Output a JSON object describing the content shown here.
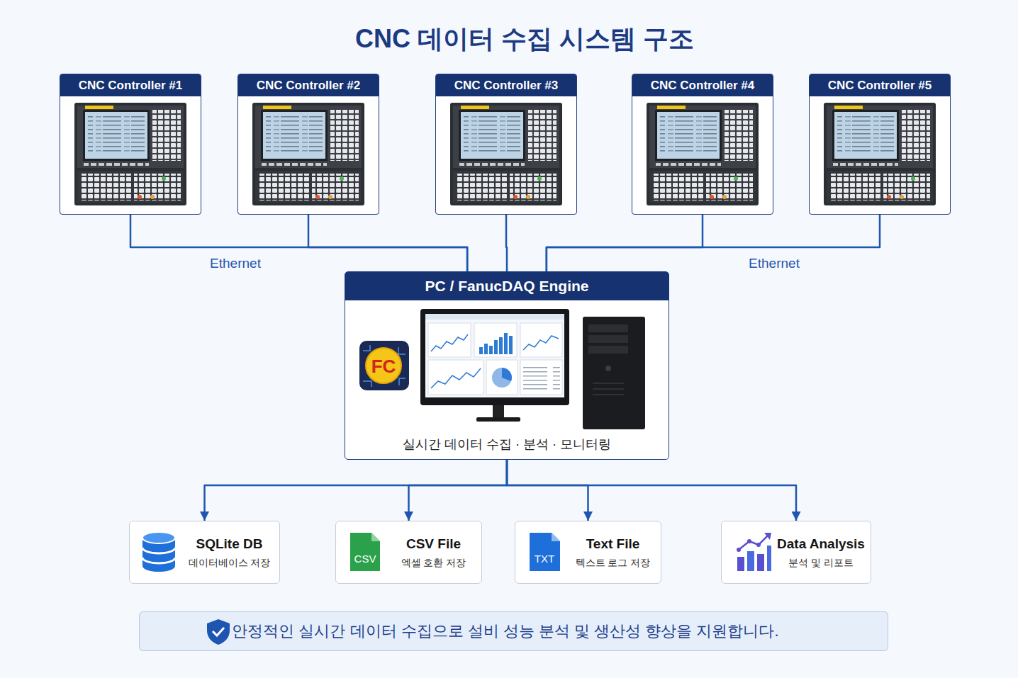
{
  "diagram": {
    "title": "CNC 데이터 수집 시스템 구조",
    "nodes": [
      {
        "text": [
          "CNC Controller #1"
        ]
      },
      {
        "text": [
          "CNC Controller #2"
        ]
      },
      {
        "text": [
          "CNC Controller #3"
        ]
      },
      {
        "text": [
          "CNC Controller #4"
        ]
      },
      {
        "text": [
          "CNC Controller #5"
        ]
      },
      {
        "text": [
          "PC / FanucDAQ Engine",
          "실시간 데이터 수집 · 분석 · 모니터링"
        ]
      },
      {
        "text": [
          "SQLite DB",
          "데이터베이스 저장"
        ]
      },
      {
        "text": [
          "CSV File",
          "엑셀 호환 저장"
        ]
      },
      {
        "text": [
          "Text File",
          "텍스트 로그 저장"
        ]
      },
      {
        "text": [
          "Data Analysis",
          "분석 및 리포트"
        ]
      },
      {
        "text": [
          "안정적인 실시간 데이터 수집으로 설비 성능 분석 및 생산성 향상을 지원합니다."
        ]
      }
    ],
    "edges": [
      {
        "from": 0,
        "to": 5,
        "arrow": "none"
      },
      {
        "from": 1,
        "to": 5,
        "arrow": "none"
      },
      {
        "from": 2,
        "to": 5,
        "arrow": "none"
      },
      {
        "from": 3,
        "to": 5,
        "arrow": "none"
      },
      {
        "from": 4,
        "to": 5,
        "arrow": "none"
      },
      {
        "from": 5,
        "to": 6,
        "arrow": "to"
      },
      {
        "from": 5,
        "to": 7,
        "arrow": "to"
      },
      {
        "from": 5,
        "to": 8,
        "arrow": "to"
      },
      {
        "from": 5,
        "to": 9,
        "arrow": "to"
      }
    ],
    "labels": [
      "Ethernet",
      "Ethernet",
      "FC",
      "CSV",
      "TXT"
    ]
  }
}
